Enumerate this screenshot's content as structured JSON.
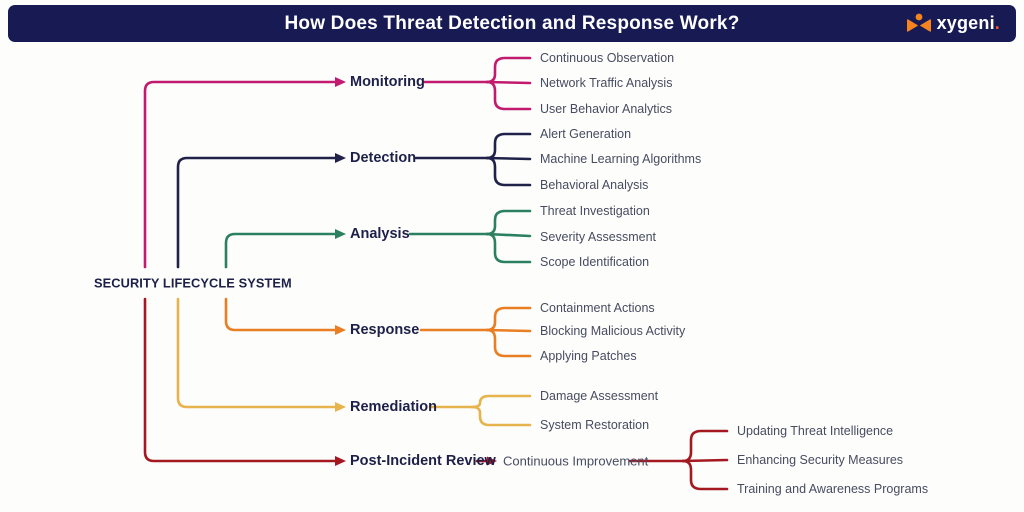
{
  "header": {
    "title": "How Does Threat Detection and Response Work?",
    "bar_color": "#181a54",
    "logo": {
      "text": "xygeni",
      "dot": ".",
      "icon": "xygeni-bowtie-icon",
      "icon_color": "#f5841f",
      "dot_color": "#f05a28",
      "text_color": "#ffffff"
    }
  },
  "root": {
    "label": "SECURITY LIFECYCLE SYSTEM"
  },
  "branches": [
    {
      "id": "monitoring",
      "label": "Monitoring",
      "color": "#c11a6e",
      "children": [
        "Continuous Observation",
        "Network Traffic Analysis",
        "User Behavior Analytics"
      ]
    },
    {
      "id": "detection",
      "label": "Detection",
      "color": "#20224a",
      "children": [
        "Alert Generation",
        "Machine Learning Algorithms",
        "Behavioral Analysis"
      ]
    },
    {
      "id": "analysis",
      "label": "Analysis",
      "color": "#2c8062",
      "children": [
        "Threat Investigation",
        "Severity Assessment",
        "Scope Identification"
      ]
    },
    {
      "id": "response",
      "label": "Response",
      "color": "#e97e23",
      "children": [
        "Containment Actions",
        "Blocking Malicious Activity",
        "Applying Patches"
      ]
    },
    {
      "id": "remediation",
      "label": "Remediation",
      "color": "#e7b34c",
      "children": [
        "Damage Assessment",
        "System Restoration"
      ]
    },
    {
      "id": "post_incident",
      "label": "Post-Incident Review",
      "color": "#a41920",
      "sub_label": "Continuous Improvement",
      "children": [
        "Updating Threat Intelligence",
        "Enhancing Security Measures",
        "Training and Awareness Programs"
      ]
    }
  ],
  "text_colors": {
    "heading": "#1d2048",
    "child": "#474c60"
  }
}
